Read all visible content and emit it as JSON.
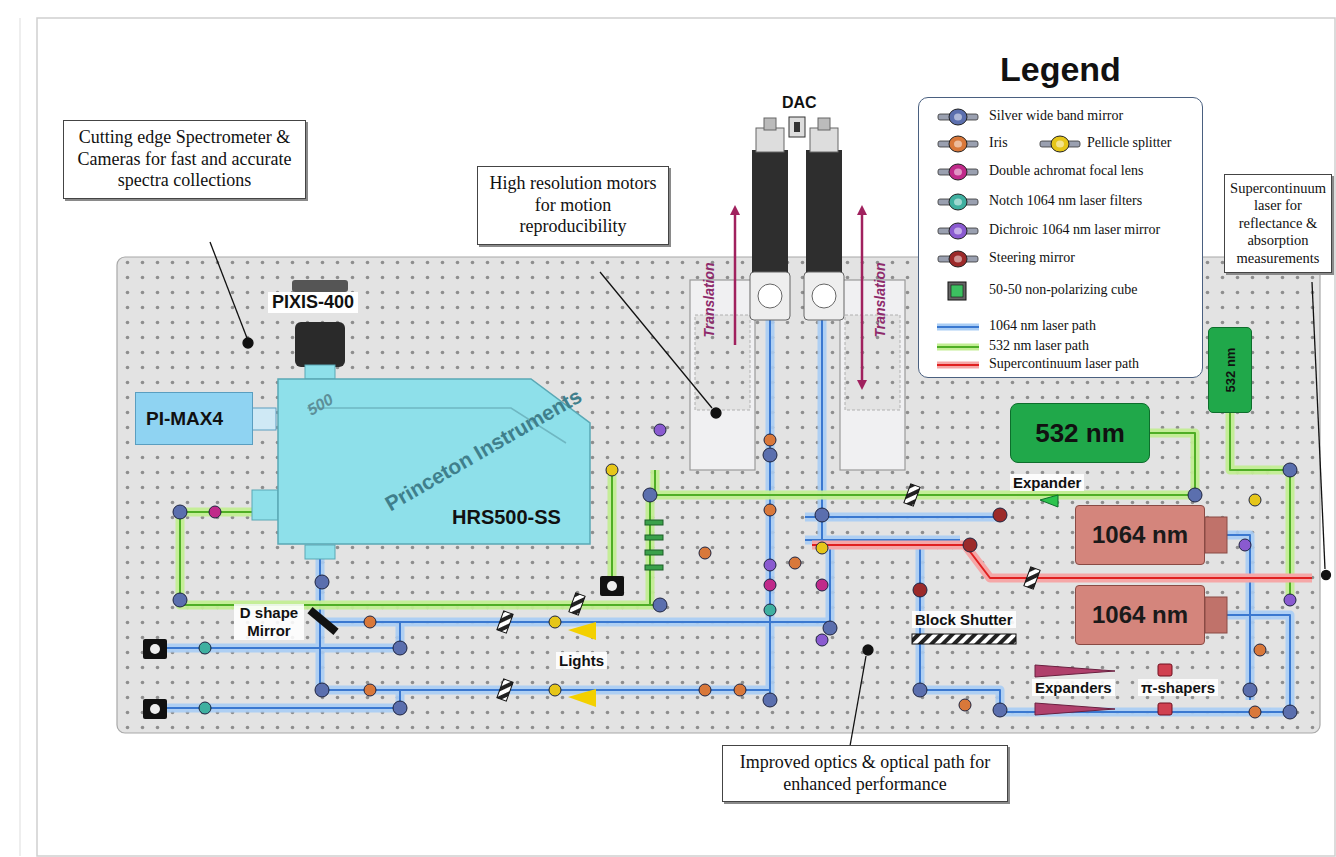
{
  "diagram": {
    "nodes": [
      {
        "text": [
          "Cutting edge Spectrometer & Cameras for fast and accurate spectra collections"
        ]
      },
      {
        "text": [
          "High resolution motors for motion reproducibility"
        ]
      },
      {
        "text": [
          "PI-MAX4"
        ]
      },
      {
        "text": [
          "500",
          "Princeton Instruments",
          "HRS500-SS"
        ]
      },
      {
        "text": [
          "Supercontinuum laser for reflectance & absorption measurements"
        ]
      },
      {
        "text": [
          "532 nm"
        ]
      },
      {
        "text": [
          "532 nm"
        ]
      },
      {
        "text": [
          "1064 nm"
        ]
      },
      {
        "text": [
          "1064 nm"
        ]
      },
      {
        "text": [
          "Improved optics & optical path for enhanced performance"
        ]
      }
    ],
    "labels": [
      "Legend",
      "DAC",
      "PIXIS-400",
      "Translation",
      "Translation",
      "Expander",
      "Block Shutter",
      "Lights",
      "D shape Mirror",
      "Expanders",
      "π-shapers"
    ],
    "legend": [
      {
        "text": "Silver wide band mirror"
      },
      {
        "text": "Iris"
      },
      {
        "text": "Pellicle splitter"
      },
      {
        "text": "Double achromat focal lens"
      },
      {
        "text": "Notch 1064 nm laser filters"
      },
      {
        "text": "Dichroic 1064 nm laser mirror"
      },
      {
        "text": "Steering mirror"
      },
      {
        "text": "50-50 non-polarizing cube"
      },
      {
        "text": "1064 nm laser path"
      },
      {
        "text": "532 nm laser path"
      },
      {
        "text": "Supercontinuum laser path"
      }
    ]
  }
}
